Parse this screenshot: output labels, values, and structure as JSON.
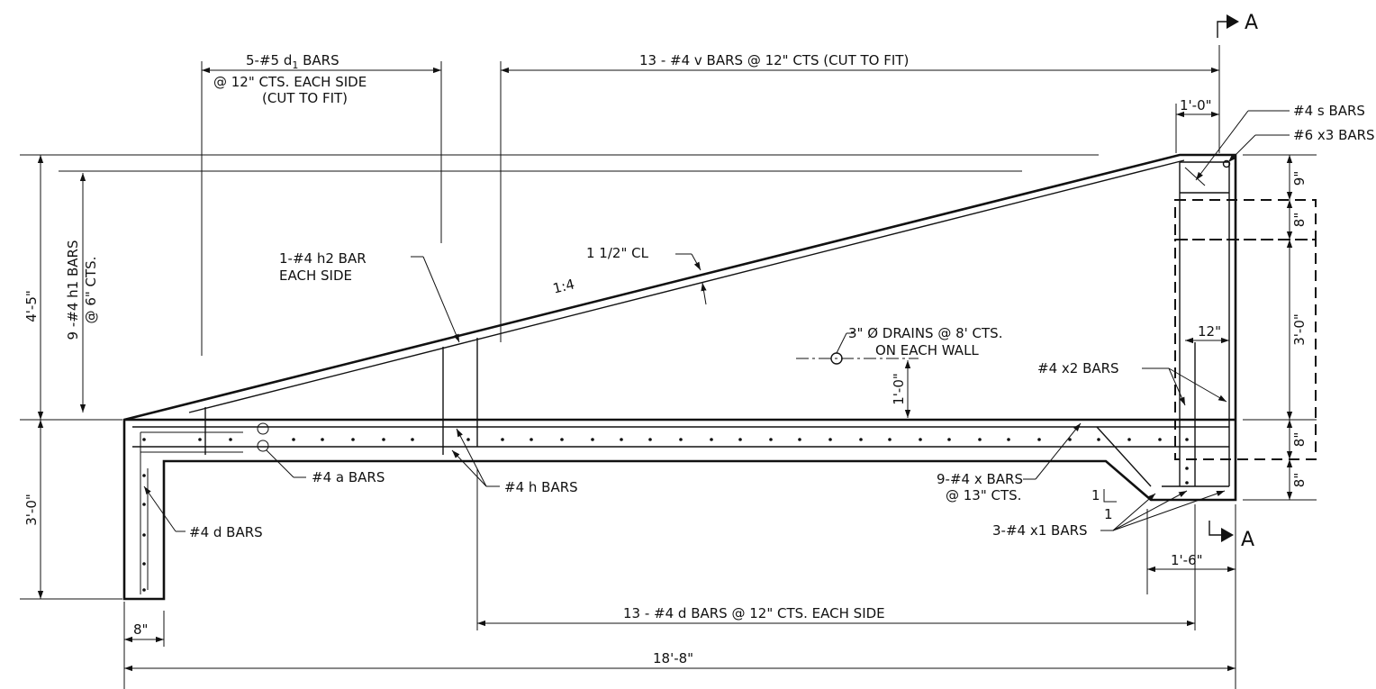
{
  "labels": {
    "d1_bars": "5-#5 d",
    "d1_sub": "1",
    "d1_bars_suffix": " BARS",
    "d1_bars_line2": "@ 12\" CTS. EACH SIDE",
    "d1_bars_line3": "(CUT TO FIT)",
    "v_bars": "13 - #4 v BARS @ 12\" CTS (CUT TO FIT)",
    "s_bars": "#4 s BARS",
    "x3_bars": "#6 x3 BARS",
    "h1_bars_line1": "9 -#4 h1 BARS",
    "h1_bars_line2": "@ 6\" CTS.",
    "h2_bar_line1": "1-#4 h2 BAR",
    "h2_bar_line2": "EACH SIDE",
    "clear_cover": "1 1/2\" CL",
    "slope": "1:4",
    "drains_line1": "3\" Ø DRAINS @ 8' CTS.",
    "drains_line2": "ON EACH WALL",
    "x2_bars": "#4 x2 BARS",
    "a_bars": "#4 a BARS",
    "h_bars": "#4 h BARS",
    "d_bars": "#4 d BARS",
    "x_bars_line1": "9-#4 x BARS",
    "x_bars_line2": "@ 13\" CTS.",
    "x1_bars": "3-#4 x1 BARS",
    "chamfer_v": "1",
    "chamfer_h": "1",
    "d_bars_bottom": "13 - #4 d BARS @ 12\" CTS. EACH SIDE",
    "section_mark": "A",
    "section_mark_bottom": "A"
  },
  "dimensions": {
    "height_upper": "4'-5\"",
    "height_lower": "3'-0\"",
    "wall_width": "8\"",
    "total_length": "18'-8\"",
    "top_width": "1'-0\"",
    "bottom_width": "1'-6\"",
    "drain_height": "1'-0\"",
    "inner_12": "12\"",
    "right_9": "9\"",
    "right_8a": "8\"",
    "right_3ft": "3'-0\"",
    "right_8b": "8\"",
    "right_8c": "8\""
  }
}
